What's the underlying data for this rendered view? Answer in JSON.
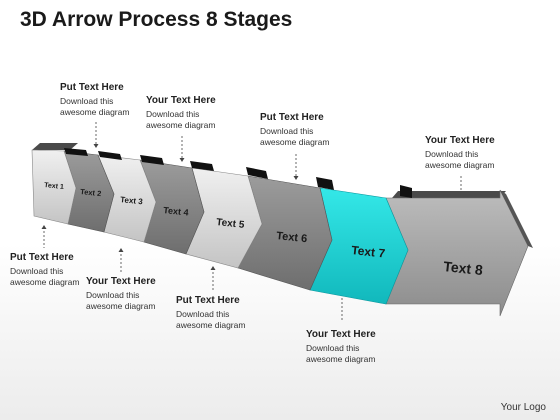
{
  "title": "3D Arrow Process 8 Stages",
  "stages": [
    {
      "label": "Text 1"
    },
    {
      "label": "Text 2"
    },
    {
      "label": "Text 3"
    },
    {
      "label": "Text 4"
    },
    {
      "label": "Text 5"
    },
    {
      "label": "Text 6"
    },
    {
      "label": "Text 7"
    },
    {
      "label": "Text 8"
    }
  ],
  "callouts": [
    {
      "heading": "Put Text Here",
      "body": "Download this awesome diagram"
    },
    {
      "heading": "Put Text Here",
      "body": "Download this awesome diagram"
    },
    {
      "heading": "Your Text Here",
      "body": "Download this awesome diagram"
    },
    {
      "heading": "Your Text Here",
      "body": "Download this awesome diagram"
    },
    {
      "heading": "Put Text Here",
      "body": "Download this awesome diagram"
    },
    {
      "heading": "Put Text Here",
      "body": "Download this awesome diagram"
    },
    {
      "heading": "Your Text Here",
      "body": "Download this awesome diagram"
    },
    {
      "heading": "Your Text Here",
      "body": "Download this awesome diagram"
    }
  ],
  "logo": "Your Logo",
  "colors": {
    "highlight": "#1fdcdc",
    "gray_dark": "#8a8a8a",
    "gray_light": "#dcdcdc",
    "tab": "#111111"
  }
}
